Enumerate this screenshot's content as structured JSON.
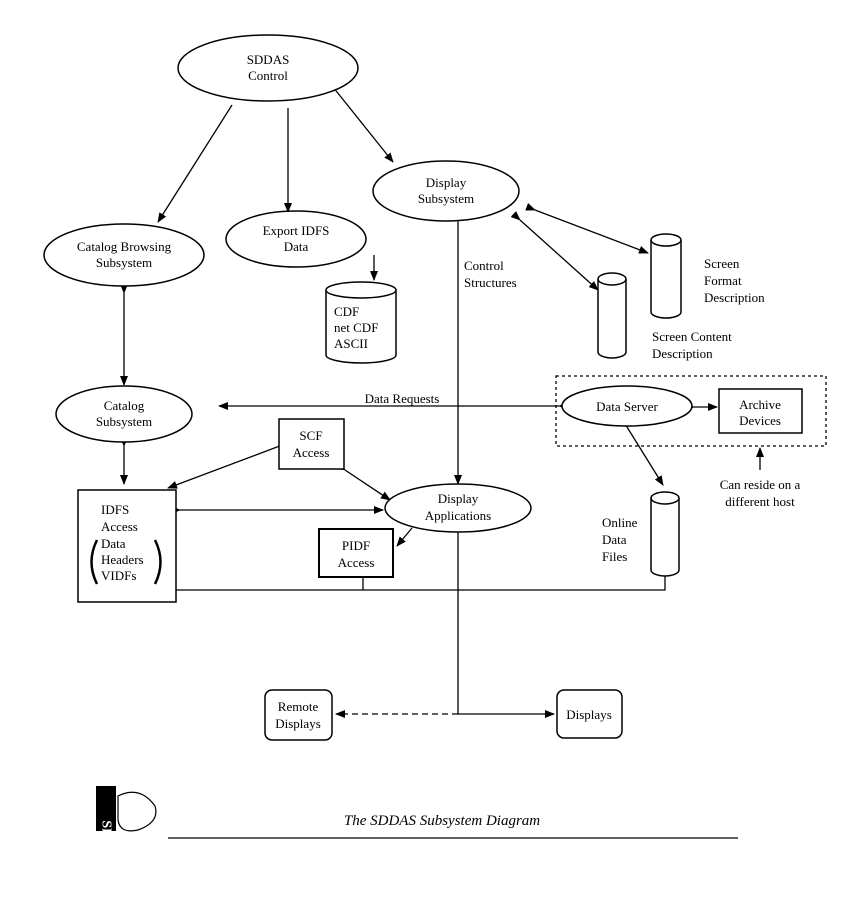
{
  "diagram": {
    "caption": "The SDDAS Subsystem Diagram",
    "logo_text": "SRI",
    "nodes": {
      "sddas_control": [
        "SDDAS",
        "Control"
      ],
      "display_subsystem": [
        "Display",
        "Subsystem"
      ],
      "catalog_browsing": [
        "Catalog Browsing",
        "Subsystem"
      ],
      "export_idfs": [
        "Export IDFS",
        "Data"
      ],
      "export_formats": [
        "CDF",
        "net CDF",
        "ASCII"
      ],
      "screen_format": [
        "Screen",
        "Format",
        "Description"
      ],
      "screen_content": [
        "Screen Content",
        "Description"
      ],
      "control_structures": [
        "Control",
        "Structures"
      ],
      "catalog_subsystem": [
        "Catalog",
        "Subsystem"
      ],
      "data_requests": "Data Requests",
      "data_server": "Data Server",
      "archive_devices": [
        "Archive",
        "Devices"
      ],
      "remote_host_note": [
        "Can reside on a",
        "different host"
      ],
      "scf_access": [
        "SCF",
        "Access"
      ],
      "idfs_access": [
        "IDFS",
        "Access",
        "Data",
        "Headers",
        "VIDFs"
      ],
      "display_applications": [
        "Display",
        "Applications"
      ],
      "pidf_access": [
        "PIDF",
        "Access"
      ],
      "online_data_files": [
        "Online",
        "Data",
        "Files"
      ],
      "remote_displays": [
        "Remote",
        "Displays"
      ],
      "displays": "Displays"
    }
  }
}
